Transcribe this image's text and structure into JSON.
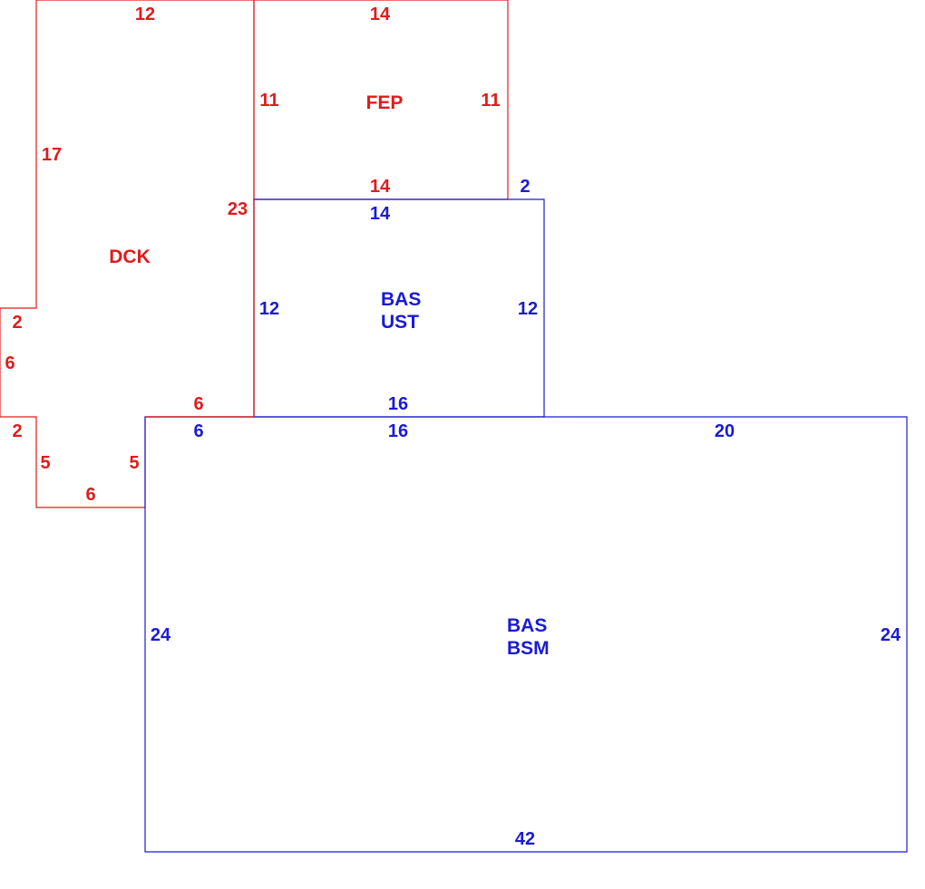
{
  "colors": {
    "red": "#e01b1b",
    "blue": "#1a1ad6"
  },
  "areas": {
    "dck": {
      "code": "DCK",
      "color": "red"
    },
    "fep": {
      "code": "FEP",
      "color": "red"
    },
    "bas_ust": {
      "line1": "BAS",
      "line2": "UST",
      "color": "blue"
    },
    "bas_bsm": {
      "line1": "BAS",
      "line2": "BSM",
      "color": "blue"
    }
  },
  "dimensions": {
    "dck_top": "12",
    "dck_left_upper": "17",
    "dck_right": "23",
    "dck_notch_top": "2",
    "dck_notch_side": "6",
    "dck_notch_bottom": "2",
    "dck_low_left": "5",
    "dck_low_right": "5",
    "dck_bottom": "6",
    "dck_bottom_edge": "6",
    "fep_top": "14",
    "fep_left": "11",
    "fep_right": "11",
    "fep_bottom": "14",
    "ust_step": "2",
    "ust_top": "14",
    "ust_left": "12",
    "ust_right": "12",
    "ust_bottom": "16",
    "bsm_top_left": "6",
    "bsm_top_mid": "16",
    "bsm_top_right": "20",
    "bsm_left": "24",
    "bsm_right": "24",
    "bsm_bottom": "42"
  }
}
